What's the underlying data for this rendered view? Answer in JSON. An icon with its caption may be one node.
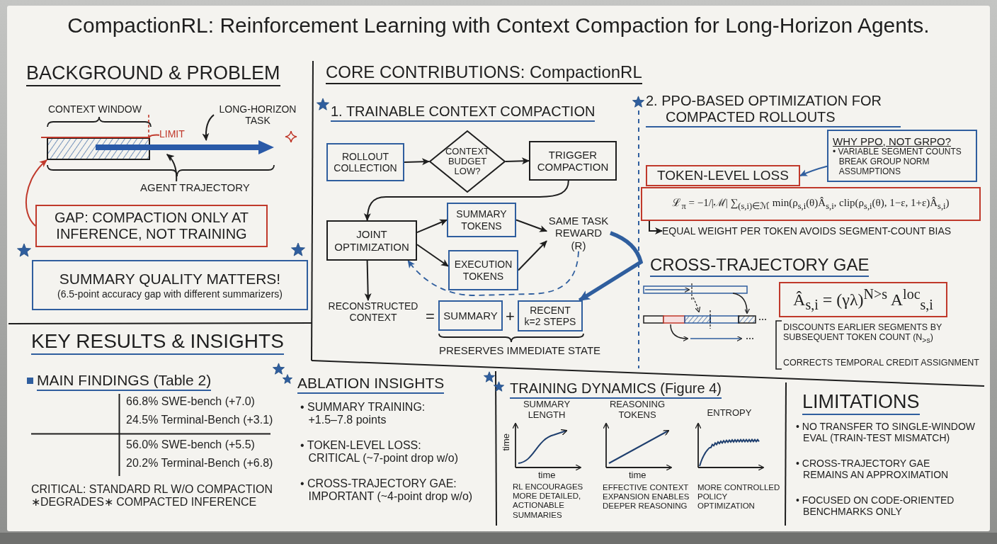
{
  "diagram": {
    "title": "CompactionRL: Reinforcement Learning with Context Compaction for Long-Horizon Agents.",
    "nodes": [
      {
        "text": [],
        "shape": "bar"
      },
      {
        "text": [],
        "shape": "arrow"
      },
      {
        "text": [
          "LONG-HORIZON TASK"
        ]
      },
      {
        "text": [
          "AGENT TRAJECTORY"
        ]
      },
      {
        "text": [
          "LIMIT"
        ]
      },
      {
        "text": [
          "GAP: COMPACTION ONLY AT INFERENCE, NOT TRAINING"
        ]
      },
      {
        "text": [
          "SUMMARY QUALITY MATTERS!",
          "(6.5-point accuracy gap with different summarizers)"
        ]
      },
      {
        "text": [
          "ROLLOUT COLLECTION"
        ]
      },
      {
        "text": [
          "CONTEXT BUDGET LOW?"
        ]
      },
      {
        "text": [
          "TRIGGER COMPACTION"
        ]
      },
      {
        "text": [
          "JOINT OPTIMIZATION"
        ]
      },
      {
        "text": [
          "SUMMARY TOKENS"
        ]
      },
      {
        "text": [
          "EXECUTION TOKENS"
        ]
      },
      {
        "text": [
          "SAME TASK REWARD (R)"
        ]
      },
      {
        "text": [
          "RECONSTRUCTED CONTEXT"
        ]
      },
      {
        "text": [
          "SUMMARY"
        ]
      },
      {
        "text": [
          "RECENT k=2 STEPS"
        ]
      },
      {
        "text": [
          "WHY PPO, NOT GRPO?",
          "• VARIABLE SEGMENT COUNTS BREAK GROUP NORM ASSUMPTIONS"
        ]
      },
      {
        "text": [
          "TOKEN-LEVEL LOSS"
        ]
      },
      {
        "text": [
          "ℒ$_{π}$ = −1/|ℳ| ∑$_{(s,i)∈ℳ}$ min(ρ$_{s,i}$(θ)Â$_{s,i}$, clip(ρ$_{s,i}$(θ), 1−ε, 1+ε)Â$_{s,i}$)"
        ]
      },
      {
        "text": [
          "EQUAL WEIGHT PER TOKEN AVOIDS SEGMENT-COUNT BIAS"
        ]
      },
      {
        "text": [
          "Â$_{s,i}$ = (γλ)$^{N>s}$ A$^{loc}$$_{s,i}$"
        ],
        "beside": [
          "DISCOUNTS EARLIER SEGMENTS BY SUBSEQUENT TOKEN COUNT (N$_{>s}$)",
          "CORRECTS TEMPORAL CREDIT ASSIGNMENT"
        ]
      }
    ],
    "edges": [
      {
        "from": 5,
        "to": 0,
        "arrow": "to",
        "color": "#c0392b"
      },
      {
        "from": 4,
        "to": null,
        "arrow": "none",
        "color": "#c0392b"
      },
      {
        "from": 2,
        "to": 1,
        "arrow": "to"
      },
      {
        "from": 3,
        "to": 1,
        "arrow": "to"
      },
      {
        "from": 7,
        "to": 8,
        "arrow": "to"
      },
      {
        "from": 8,
        "to": 9,
        "arrow": "to"
      },
      {
        "from": 9,
        "to": 10,
        "arrow": "to"
      },
      {
        "from": 10,
        "to": 11,
        "arrow": "to"
      },
      {
        "from": 10,
        "to": 12,
        "arrow": "to"
      },
      {
        "from": 11,
        "to": 13,
        "arrow": "to"
      },
      {
        "from": 12,
        "to": 13,
        "arrow": "to"
      },
      {
        "from": 10,
        "to": 14,
        "arrow": "to"
      },
      {
        "from": 13,
        "to": 10,
        "arrow": "to",
        "style": "dashed",
        "color": "#2f5e9e"
      },
      {
        "from": 13,
        "to": 16,
        "arrow": "to",
        "style": "thick",
        "color": "#2f5e9e"
      },
      {
        "from": 17,
        "to": 18,
        "arrow": "to",
        "color": "#2f5e9e"
      },
      {
        "from": 19,
        "to": 20,
        "arrow": "to"
      }
    ],
    "labels": [
      "BACKGROUND & PROBLEM",
      "CONTEXT WINDOW",
      "CORE CONTRIBUTIONS: CompactionRL",
      "1. TRAINABLE CONTEXT COMPACTION",
      "2. PPO-BASED OPTIMIZATION FOR COMPACTED ROLLOUTS",
      "=",
      "+",
      "PRESERVES IMMEDIATE STATE",
      "CROSS-TRAJECTORY GAE",
      "KEY RESULTS & INSIGHTS",
      "MAIN FINDINGS (Table 2)",
      "66.8% SWE-bench (+7.0)",
      "24.5% Terminal-Bench (+3.1)",
      "56.0% SWE-bench (+5.5)",
      "20.2% Terminal-Bench (+6.8)",
      "CRITICAL: STANDARD RL W/O COMPACTION ∗DEGRADES∗ COMPACTED INFERENCE",
      "ABLATION INSIGHTS",
      "• SUMMARY TRAINING: +1.5–7.8 points",
      "• TOKEN-LEVEL LOSS: CRITICAL (~7-point drop w/o)",
      "• CROSS-TRAJECTORY GAE: IMPORTANT (~4-point drop w/o)",
      "TRAINING DYNAMICS (Figure 4)",
      "SUMMARY LENGTH",
      "REASONING TOKENS",
      "ENTROPY",
      "time",
      "time",
      "time",
      "RL ENCOURAGES MORE DETAILED, ACTIONABLE SUMMARIES",
      "EFFECTIVE CONTEXT EXPANSION ENABLES DEEPER REASONING",
      "MORE CONTROLLED POLICY OPTIMIZATION",
      "LIMITATIONS",
      "• NO TRANSFER TO SINGLE-WINDOW EVAL (TRAIN-TEST MISMATCH)",
      "• CROSS-TRAJECTORY GAE REMAINS AN APPROXIMATION",
      "• FOCUSED ON CODE-ORIENTED BENCHMARKS ONLY"
    ]
  }
}
